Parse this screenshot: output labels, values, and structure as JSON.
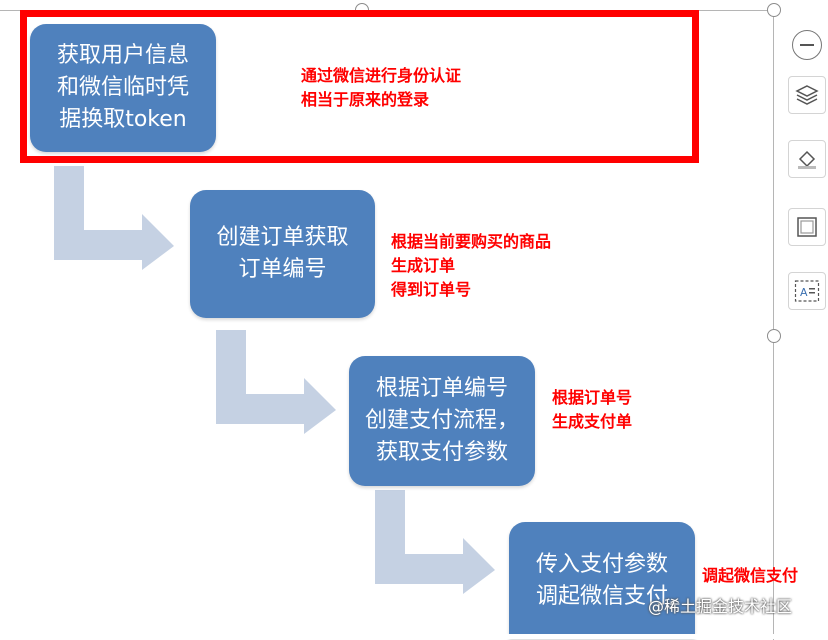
{
  "diagram": {
    "steps": [
      {
        "text": "获取用户信息\n和微信临时凭\n据换取token"
      },
      {
        "text": "创建订单获取\n订单编号"
      },
      {
        "text": "根据订单编号\n创建支付流程，\n获取支付参数"
      },
      {
        "text": "传入支付参数\n调起微信支付"
      }
    ],
    "notes": [
      {
        "text": "通过微信进行身份认证\n相当于原来的登录"
      },
      {
        "text": "根据当前要购买的商品\n生成订单\n得到订单号"
      },
      {
        "text": "根据订单号\n生成支付单"
      },
      {
        "text": "调起微信支付"
      }
    ]
  },
  "toolbar": {
    "icons": [
      "minus-circle-icon",
      "layers-icon",
      "fill-icon",
      "frame-icon",
      "text-box-icon"
    ]
  },
  "watermark": {
    "text": "@稀土掘金技术社区"
  },
  "colors": {
    "box": "#4f81bd",
    "arrow": "#c5d1e3",
    "highlight": "#ff0000",
    "note": "#ff0000"
  }
}
